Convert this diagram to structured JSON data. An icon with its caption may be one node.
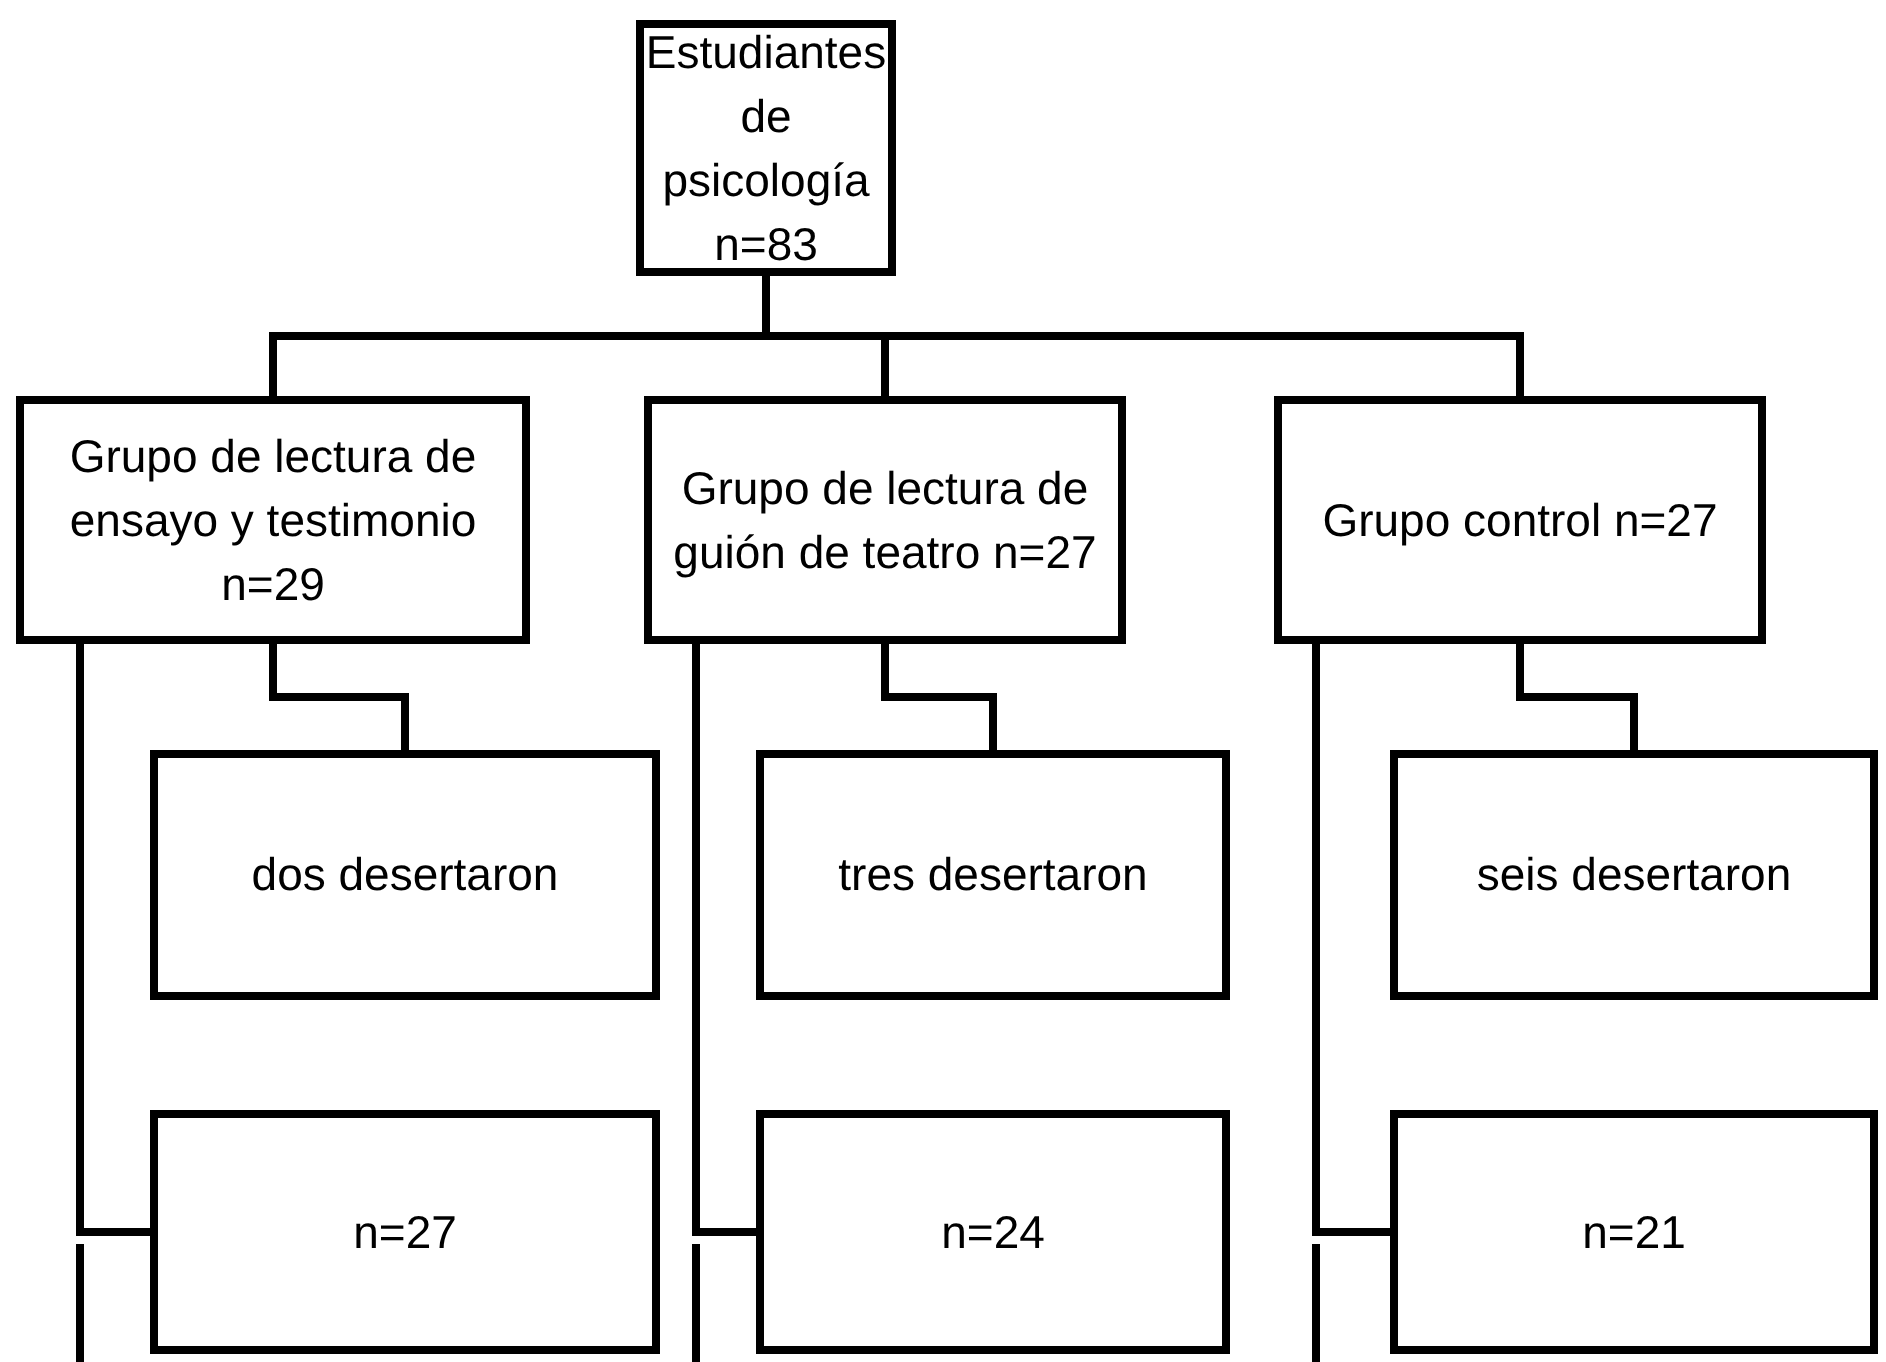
{
  "diagram": {
    "nodes": [
      {
        "text": [
          "Estudiantes de psicología n=83"
        ]
      },
      {
        "text": [
          "Grupo de lectura de ensayo y testimonio n=29"
        ]
      },
      {
        "text": [
          "Grupo de lectura de guión de teatro n=27"
        ]
      },
      {
        "text": [
          "Grupo control n=27"
        ]
      },
      {
        "text": [
          "dos desertaron"
        ]
      },
      {
        "text": [
          "n=27"
        ]
      },
      {
        "text": [
          "tres desertaron"
        ]
      },
      {
        "text": [
          "n=24"
        ]
      },
      {
        "text": [
          "seis desertaron"
        ]
      },
      {
        "text": [
          "n=21"
        ]
      }
    ],
    "edges": [
      {
        "from": 0,
        "to": 1,
        "arrow": "none"
      },
      {
        "from": 0,
        "to": 2,
        "arrow": "none"
      },
      {
        "from": 0,
        "to": 3,
        "arrow": "none"
      },
      {
        "from": 1,
        "to": 4,
        "arrow": "none"
      },
      {
        "from": 1,
        "to": 5,
        "arrow": "none"
      },
      {
        "from": 2,
        "to": 6,
        "arrow": "none"
      },
      {
        "from": 2,
        "to": 7,
        "arrow": "none"
      },
      {
        "from": 3,
        "to": 8,
        "arrow": "none"
      },
      {
        "from": 3,
        "to": 9,
        "arrow": "none"
      }
    ]
  }
}
